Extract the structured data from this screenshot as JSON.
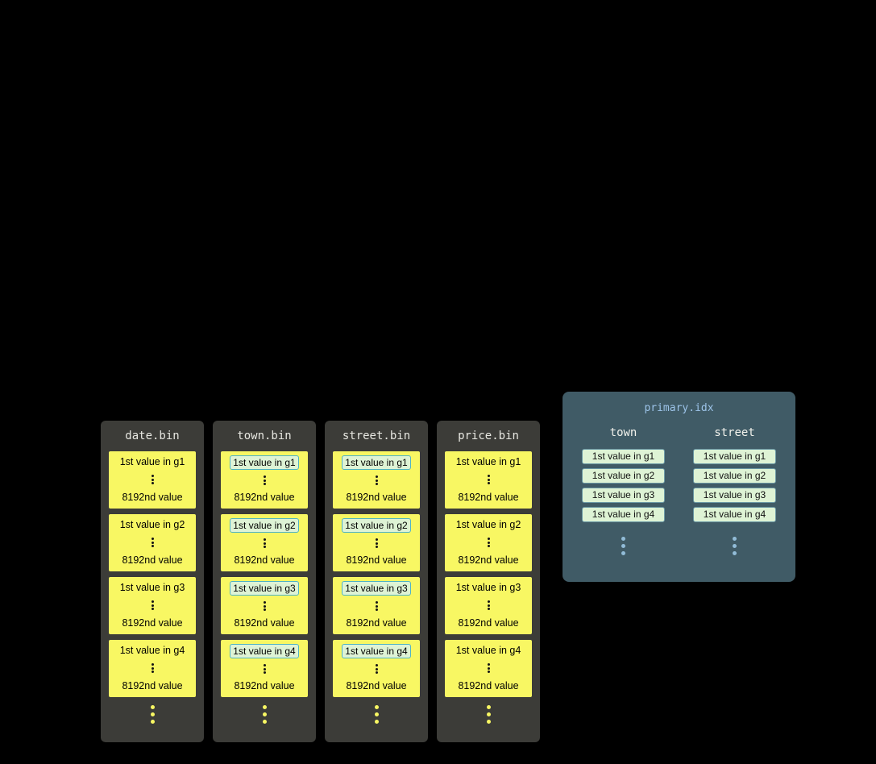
{
  "bins": [
    {
      "title": "date.bin",
      "highlighted": false,
      "granules": [
        {
          "first": "1st value in g1",
          "last": "8192nd value"
        },
        {
          "first": "1st value in g2",
          "last": "8192nd value"
        },
        {
          "first": "1st value in g3",
          "last": "8192nd value"
        },
        {
          "first": "1st value in g4",
          "last": "8192nd value"
        }
      ]
    },
    {
      "title": "town.bin",
      "highlighted": true,
      "granules": [
        {
          "first": "1st value in g1",
          "last": "8192nd value"
        },
        {
          "first": "1st value in g2",
          "last": "8192nd value"
        },
        {
          "first": "1st value in g3",
          "last": "8192nd value"
        },
        {
          "first": "1st value in g4",
          "last": "8192nd value"
        }
      ]
    },
    {
      "title": "street.bin",
      "highlighted": true,
      "granules": [
        {
          "first": "1st value in g1",
          "last": "8192nd value"
        },
        {
          "first": "1st value in g2",
          "last": "8192nd value"
        },
        {
          "first": "1st value in g3",
          "last": "8192nd value"
        },
        {
          "first": "1st value in g4",
          "last": "8192nd value"
        }
      ]
    },
    {
      "title": "price.bin",
      "highlighted": false,
      "granules": [
        {
          "first": "1st value in g1",
          "last": "8192nd value"
        },
        {
          "first": "1st value in g2",
          "last": "8192nd value"
        },
        {
          "first": "1st value in g3",
          "last": "8192nd value"
        },
        {
          "first": "1st value in g4",
          "last": "8192nd value"
        }
      ]
    }
  ],
  "index": {
    "title": "primary.idx",
    "columns": [
      {
        "header": "town",
        "entries": [
          "1st value in g1",
          "1st value in g2",
          "1st value in g3",
          "1st value in g4"
        ]
      },
      {
        "header": "street",
        "entries": [
          "1st value in g1",
          "1st value in g2",
          "1st value in g3",
          "1st value in g4"
        ]
      }
    ]
  },
  "highlighted_columns": [
    "town.bin",
    "street.bin"
  ],
  "icons": {
    "vertical_ellipsis": "vertical-ellipsis"
  },
  "colors": {
    "background": "#000000",
    "bin_panel": "#3c3c38",
    "granule_yellow": "#f8f763",
    "highlight_green": "#def3d5",
    "highlight_border": "#4fb3c4",
    "index_panel": "#405b66",
    "index_title_blue": "#9cc3e8",
    "index_dot_blue": "#92bcd8",
    "text_light": "#e8e8e2",
    "text_dark": "#000000"
  }
}
